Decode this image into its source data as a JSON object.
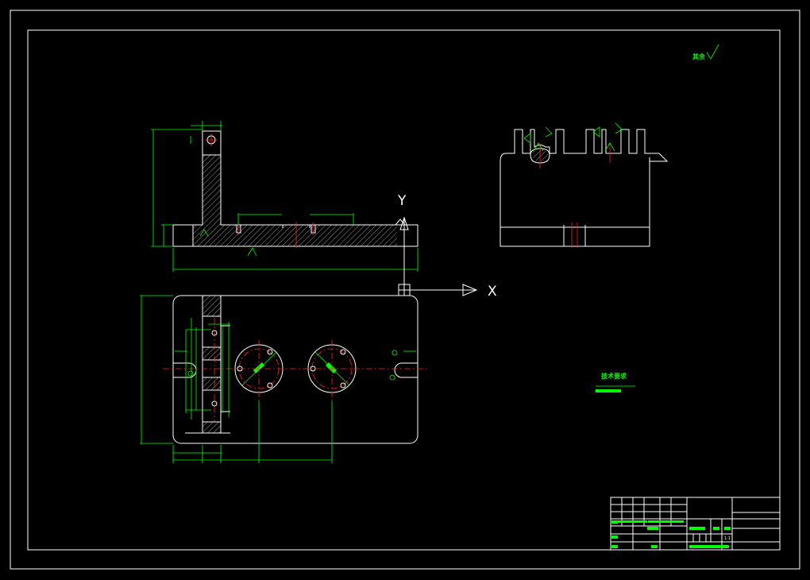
{
  "colors": {
    "background": "#000000",
    "outline": "#ffffff",
    "dimension": "#00ff00",
    "centerline": "#ff2020"
  },
  "roughness_note": "其余",
  "axes": {
    "y_label": "Y",
    "x_label": "X"
  },
  "tech_req": {
    "title": "技术要求"
  },
  "title_block": {
    "scale": "1:1"
  }
}
